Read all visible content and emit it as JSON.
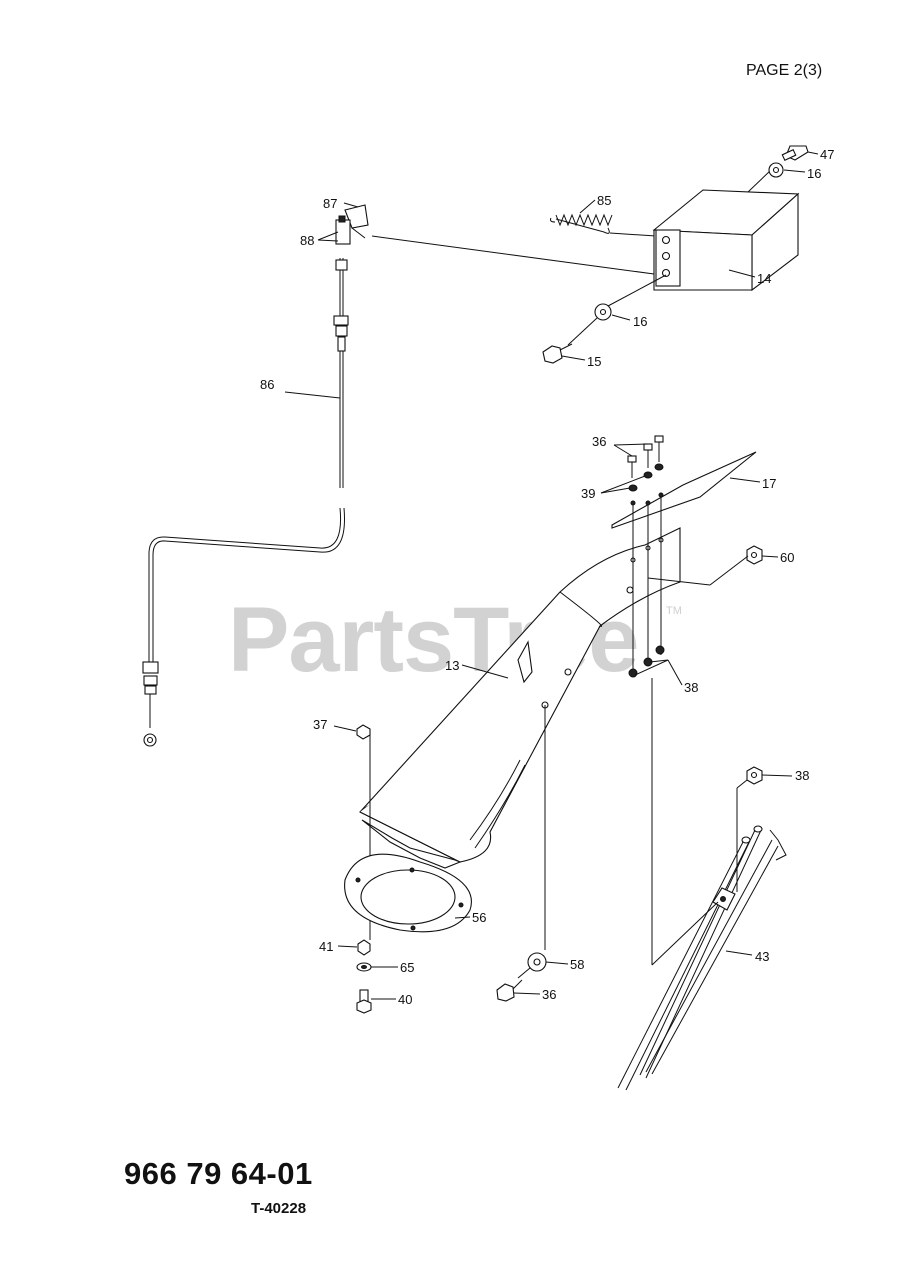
{
  "header": {
    "page": "PAGE 2(3)"
  },
  "footer": {
    "part_number": "966 79 64-01",
    "diagram_code": "T-40228"
  },
  "watermark": {
    "text": "PartsTree",
    "tm": "TM"
  },
  "callouts": {
    "c47": "47",
    "c16a": "16",
    "c87": "87",
    "c88": "88",
    "c85": "85",
    "c14": "14",
    "c16b": "16",
    "c15": "15",
    "c86": "86",
    "c36a": "36",
    "c39": "39",
    "c17": "17",
    "c60": "60",
    "c13": "13",
    "c38a": "38",
    "c37": "37",
    "c38b": "38",
    "c56": "56",
    "c41": "41",
    "c65": "65",
    "c40": "40",
    "c58": "58",
    "c36b": "36",
    "c43": "43"
  }
}
